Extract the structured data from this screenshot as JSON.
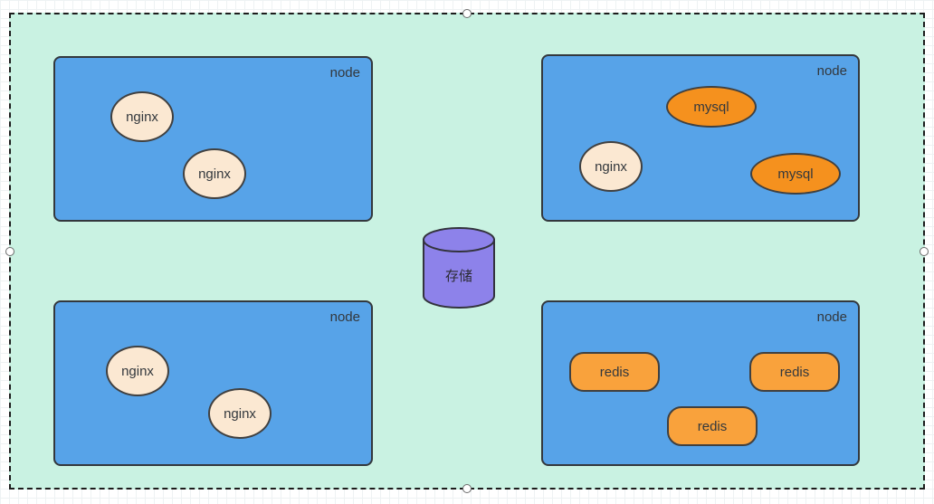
{
  "canvas": {
    "cluster_fill": "#c9f2e2",
    "border_style": "dashed",
    "selection_handles": [
      "top-center",
      "bottom-center",
      "left-middle",
      "right-middle"
    ]
  },
  "colors": {
    "node_fill": "#57a3e8",
    "node_border": "#33383d",
    "nginx_fill": "#fbe8d2",
    "mysql_fill": "#f5911e",
    "redis_fill": "#f9a23c",
    "storage_fill": "#8d82ea",
    "text": "#33383d"
  },
  "nodes": [
    {
      "label": "node",
      "pods": [
        {
          "label": "nginx",
          "type": "nginx"
        },
        {
          "label": "nginx",
          "type": "nginx"
        }
      ]
    },
    {
      "label": "node",
      "pods": [
        {
          "label": "mysql",
          "type": "mysql"
        },
        {
          "label": "nginx",
          "type": "nginx"
        },
        {
          "label": "mysql",
          "type": "mysql"
        }
      ]
    },
    {
      "label": "node",
      "pods": [
        {
          "label": "nginx",
          "type": "nginx"
        },
        {
          "label": "nginx",
          "type": "nginx"
        }
      ]
    },
    {
      "label": "node",
      "pods": [
        {
          "label": "redis",
          "type": "redis"
        },
        {
          "label": "redis",
          "type": "redis"
        },
        {
          "label": "redis",
          "type": "redis"
        }
      ]
    }
  ],
  "storage": {
    "label": "存储"
  }
}
